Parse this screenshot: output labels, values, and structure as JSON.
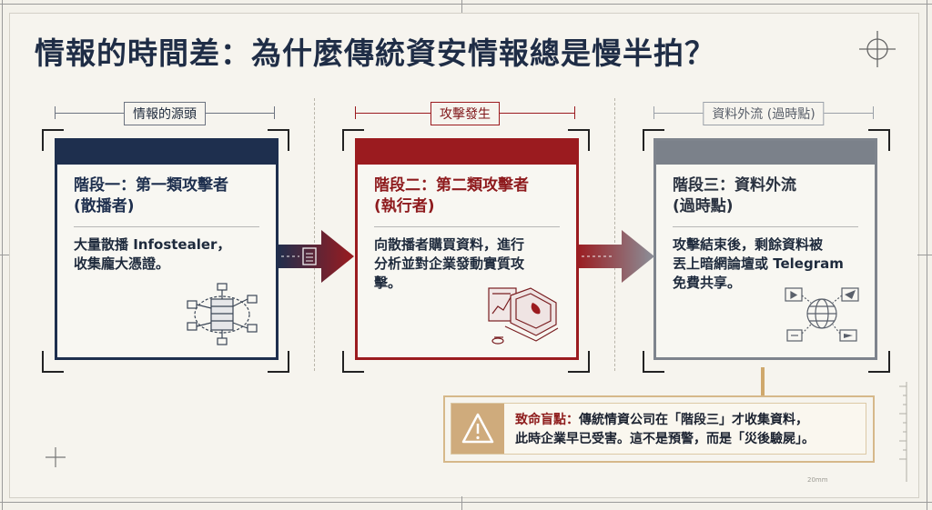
{
  "title": "情報的時間差：為什麼傳統資安情報總是慢半拍？",
  "phases": [
    {
      "label": "情報的源頭"
    },
    {
      "label": "攻擊發生"
    },
    {
      "label": "資料外流 (過時點)"
    }
  ],
  "cards": [
    {
      "heading_line1": "階段一：第一類攻擊者",
      "heading_line2": "(散播者)",
      "body_line1": "大量散播 Infostealer，",
      "body_line2": "收集龐大憑證。",
      "body_line3": "",
      "icon": "server-network-icon",
      "accent": "#1e2f4e"
    },
    {
      "heading_line1": "階段二：第二類攻擊者",
      "heading_line2": "(執行者)",
      "body_line1": "向散播者購買資料，進行",
      "body_line2": "分析並對企業發動實質攻",
      "body_line3": "擊。",
      "icon": "laptop-attack-icon",
      "accent": "#9b1b1f"
    },
    {
      "heading_line1": "階段三：資料外流",
      "heading_line2": "(過時點)",
      "body_line1": "攻擊結束後，剩餘資料被",
      "body_line2": "丟上暗網論壇或 Telegram",
      "body_line3": "免費共享。",
      "icon": "globe-share-icon",
      "accent": "#5f6673"
    }
  ],
  "warning": {
    "key": "致命盲點：",
    "line1": "傳統情資公司在「階段三」才收集資料，",
    "line2": "此時企業早已受害。這不是預警，而是「災後驗屍」。",
    "icon": "warning-triangle-icon"
  },
  "scale_label": "20mm"
}
